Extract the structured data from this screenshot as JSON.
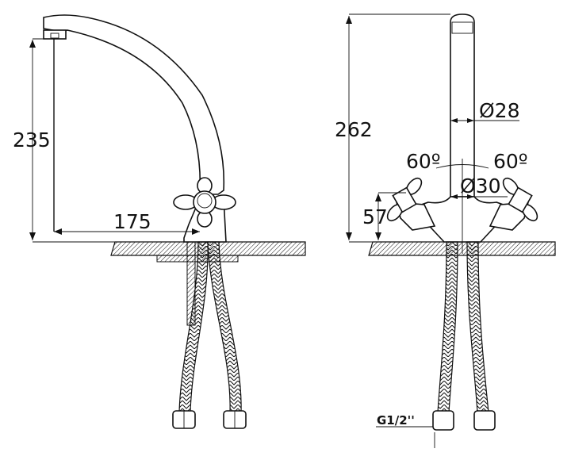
{
  "side_view": {
    "height_label": "235",
    "reach_label": "175"
  },
  "front_view": {
    "height_label": "262",
    "spout_diameter_label": "Ø28",
    "body_diameter_label": "Ø30",
    "angle_left_label": "60º",
    "angle_right_label": "60º",
    "handle_height_label": "57",
    "thread_label": "G1/2''"
  },
  "colors": {
    "line": "#111111",
    "background": "#ffffff"
  }
}
